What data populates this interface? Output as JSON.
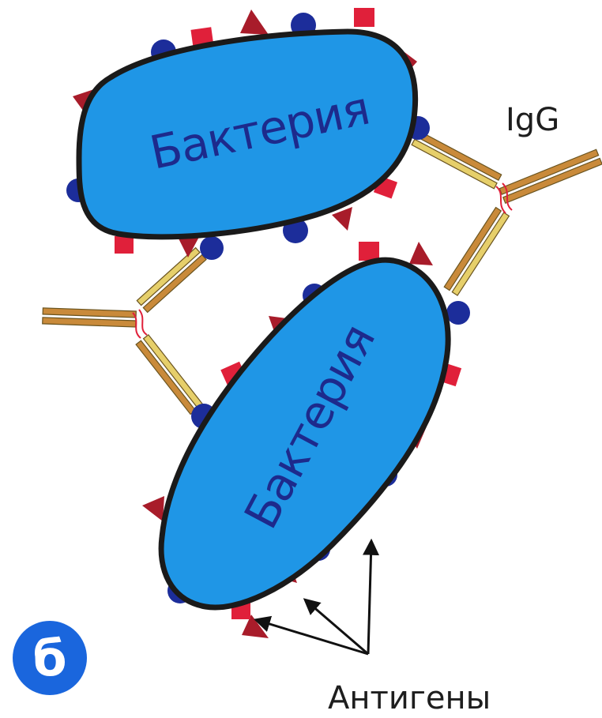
{
  "colors": {
    "bacterium_fill": "#1f96e6",
    "bacterium_outline": "#1a1a1a",
    "antigen_circle": "#1c2d9a",
    "antigen_square": "#e0203a",
    "antigen_triangle": "#a81c2a",
    "antibody_heavy": "#c98a3a",
    "antibody_light": "#e6cf6a",
    "badge_fill": "#1a66dd",
    "arrow": "#111111"
  },
  "bacteria": [
    {
      "label": "Бактерия"
    },
    {
      "label": "Бактерия"
    }
  ],
  "antibody_label": "IgG",
  "antigens_label": "Антигены",
  "panel_badge": "б",
  "icons": [
    "antigen-circle-icon",
    "antigen-square-icon",
    "antigen-triangle-icon",
    "antibody-icon",
    "arrow-icon"
  ]
}
